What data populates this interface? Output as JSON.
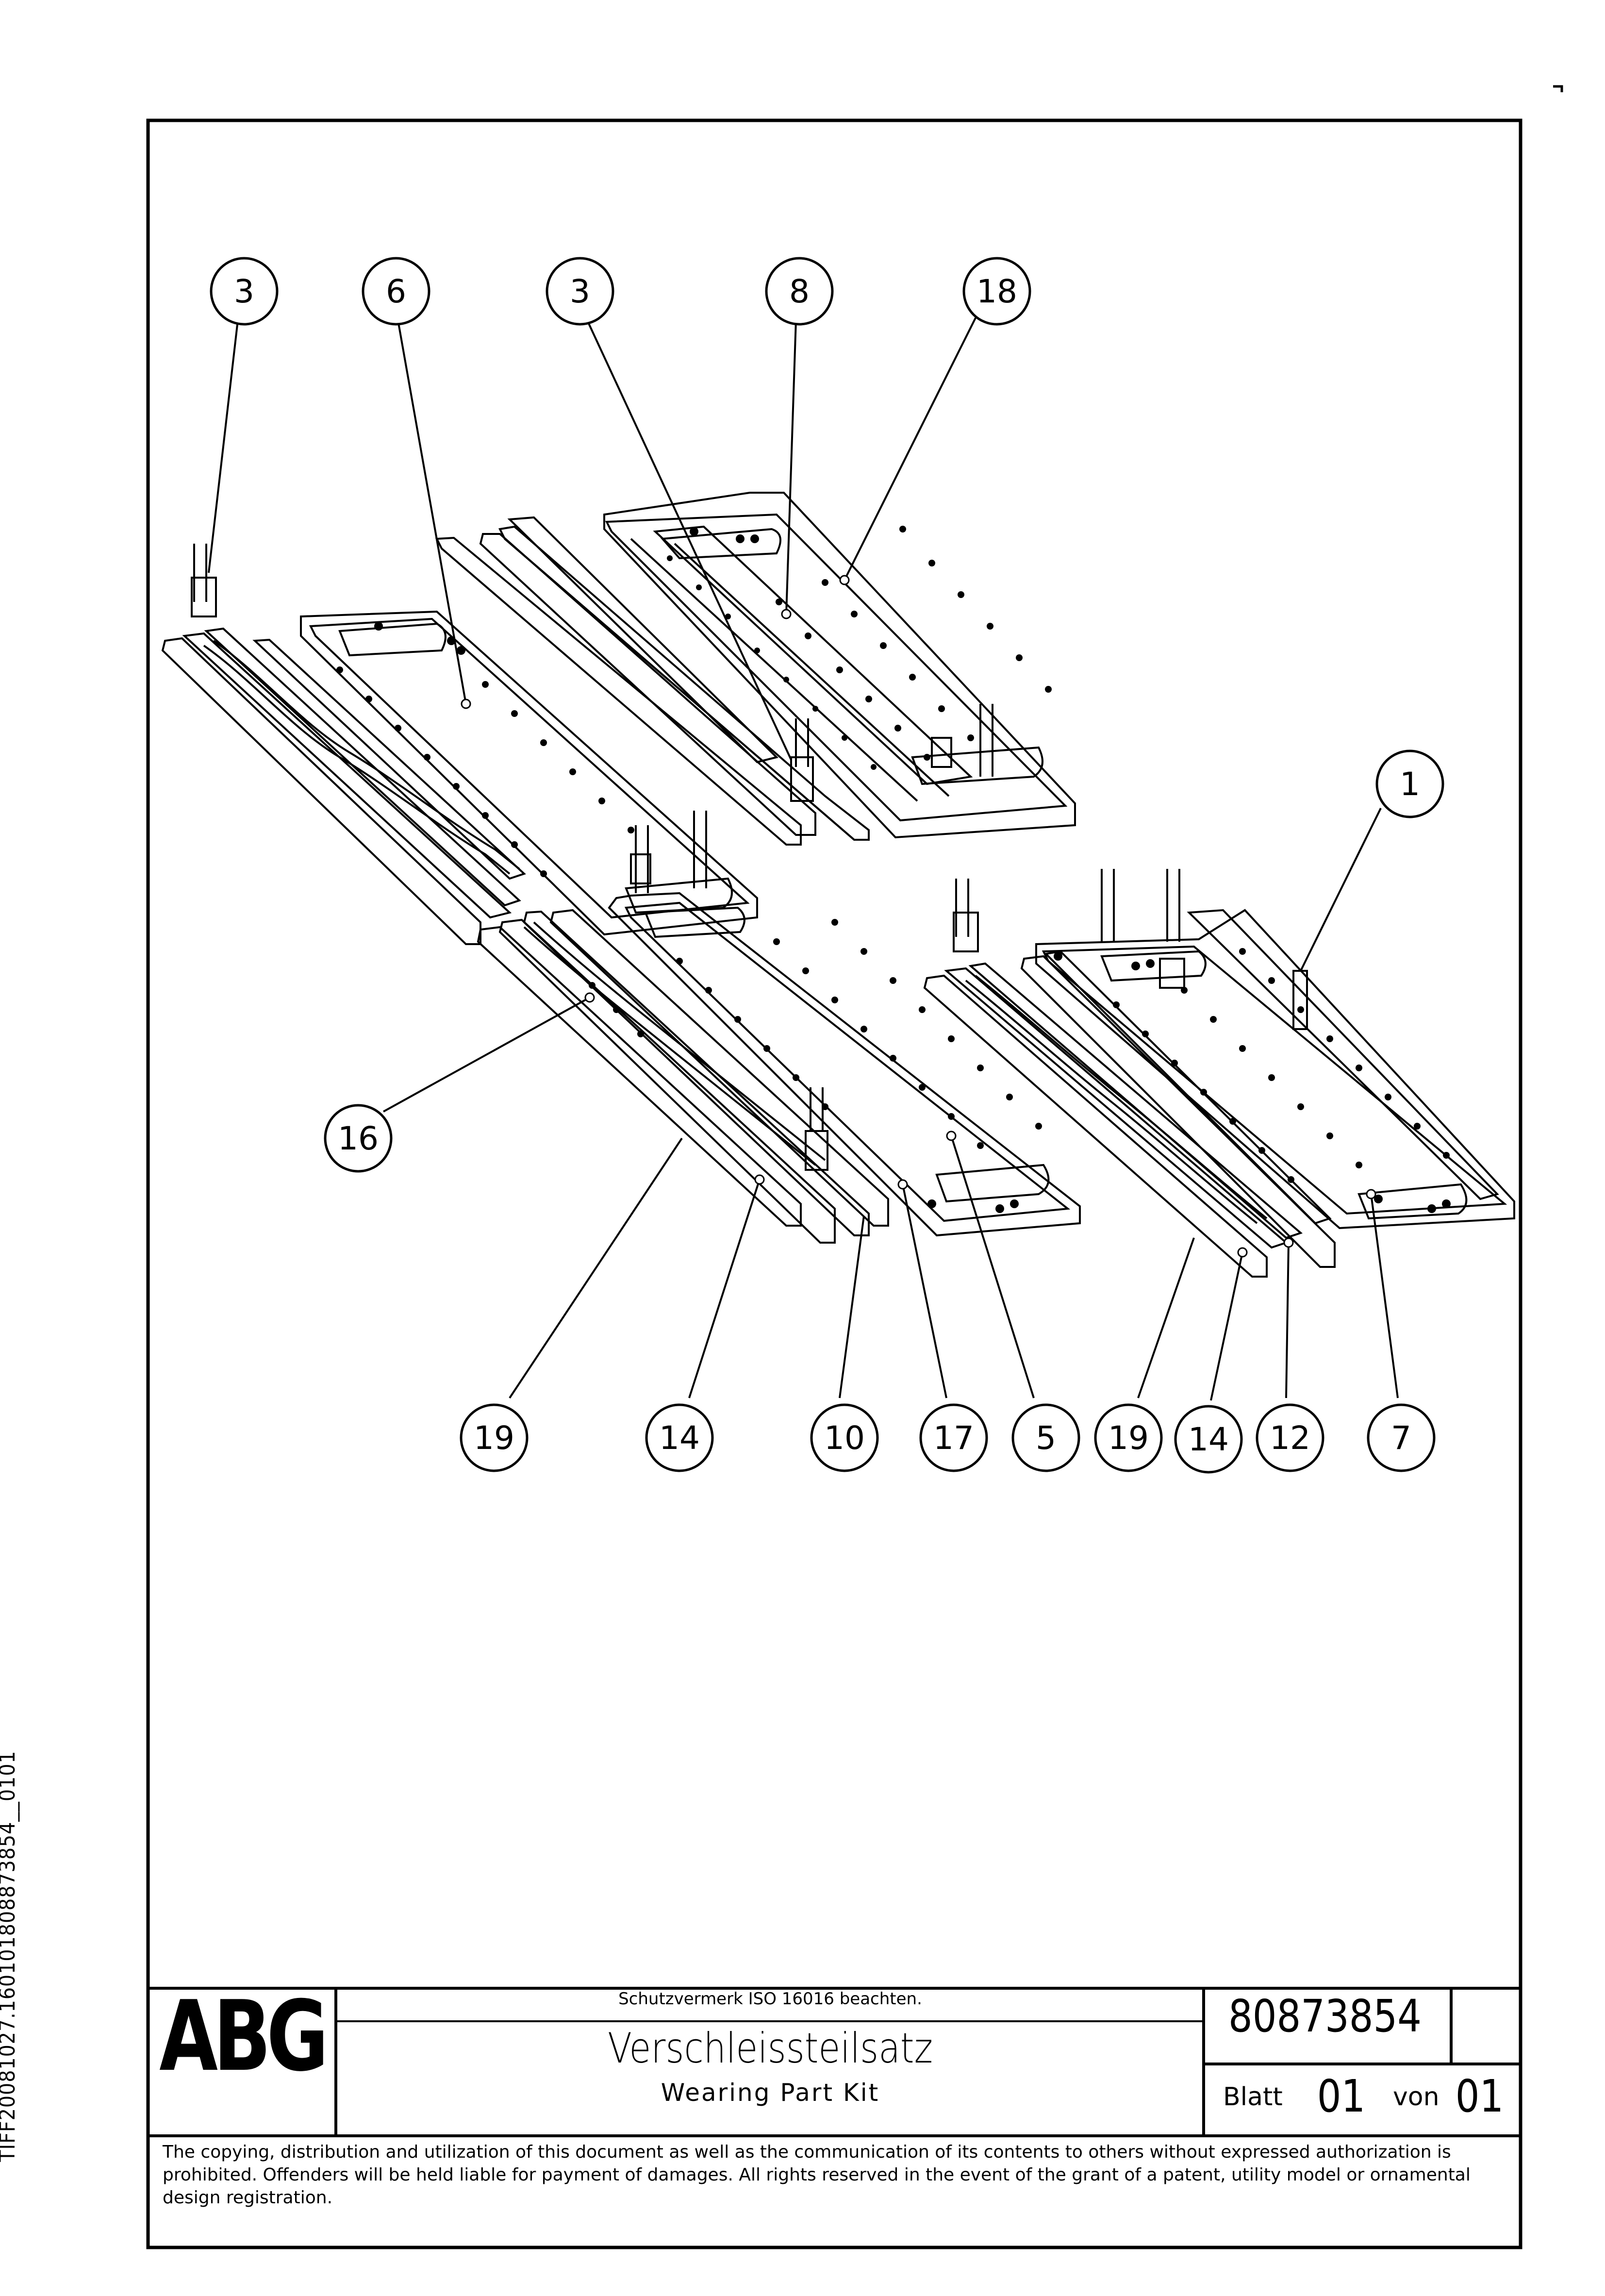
{
  "side_identifier": "TIFF20081027.160101808873854__0101",
  "title_block": {
    "logo_text": "ABG",
    "iso_notice": "Schutzvermerk ISO 16016 beachten.",
    "title_de": "Verschleissteilsatz",
    "title_en": "Wearing Part Kit",
    "drawing_number": "80873854",
    "sheet_label": "Blatt",
    "sheet_number": "01",
    "of_label": "von",
    "sheet_total": "01"
  },
  "legal_notice": "The copying, distribution and utilization of this document as well as the communication of its contents to others without expressed authorization is prohibited. Offenders will be held liable for payment of damages. All rights reserved in the event of the grant of a patent, utility model or ornamental design registration.",
  "callouts": [
    "3",
    "6",
    "3",
    "8",
    "18",
    "1",
    "16",
    "19",
    "14",
    "10",
    "17",
    "5",
    "19",
    "14",
    "12",
    "7"
  ]
}
